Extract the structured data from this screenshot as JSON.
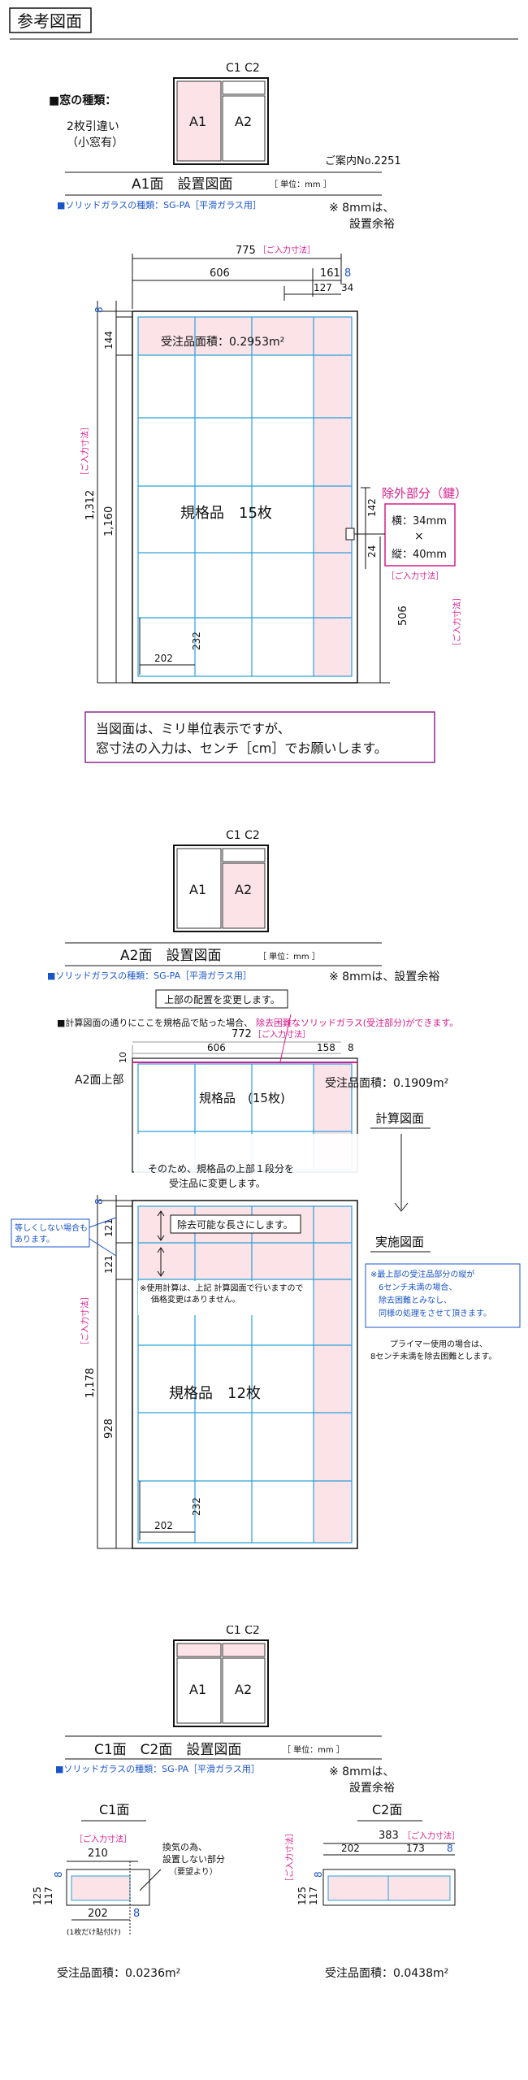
{
  "header": {
    "title": "参考図面"
  },
  "section1": {
    "window_type_label": "■窓の種類：",
    "window_type_line2": "2枚引違い",
    "window_type_line3": "（小窓有）",
    "icon": {
      "small_label": "C1 C2",
      "pane_a1": "A1",
      "pane_a2": "A2"
    },
    "guide_no": "ご案内No.2251",
    "title": "A1面　設置図面",
    "unit": "［ 単位：mm ］",
    "glass_type": "■ソリッドガラスの種類：SG-PA［平滑ガラス用］",
    "note_line1": "※ 8mmは、",
    "note_line2": "設置余裕",
    "dims": {
      "total_width": "775",
      "input_tag": "［ご入力寸法］",
      "w606": "606",
      "w161": "161",
      "w8": "8",
      "w127": "127",
      "w34": "34",
      "h8": "8",
      "h144": "144",
      "h1312": "1,312",
      "h1160": "1,160",
      "h142": "142",
      "h24": "24",
      "h506": "506",
      "h232": "232",
      "w202": "202"
    },
    "order_area": "受注品面積：0.2953m²",
    "standard": "規格品　15枚",
    "exclusion_title": "除外部分（鍵）",
    "exclusion_w": "横：34mm",
    "exclusion_x": "×",
    "exclusion_h": "縦：40mm",
    "exclusion_tag": "［ご入力寸法］",
    "notice_line1": "当図面は、ミリ単位表示ですが、",
    "notice_line2": "窓寸法の入力は、センチ［cm］でお願いします。"
  },
  "section2": {
    "icon": {
      "small_label": "C1 C2",
      "pane_a1": "A1",
      "pane_a2": "A2"
    },
    "title": "A2面　設置図面",
    "unit": "［ 単位：mm ］",
    "glass_type": "■ソリッドガラスの種類：SG-PA［平滑ガラス用］",
    "note": "※ 8mmは、設置余裕",
    "change_box": "上部の配置を変更します。",
    "calc_note_prefix": "■計算図面の通りにここを規格品で貼った場合、",
    "calc_note_pink": "除去困難なソリッドガラス(受注部分)ができます。",
    "dims_top": {
      "w772": "772",
      "input_tag": "［ご入力寸法］",
      "w606": "606",
      "w158": "158",
      "w8": "8",
      "h10": "10"
    },
    "upper_label": "A2面上部",
    "upper_standard": "規格品　(15枚)",
    "order_area": "受注品面積：0.1909m²",
    "calc_label": "計算図面",
    "impl_label": "実施図面",
    "therefore_line1": "そのため、規格品の上部１段分を",
    "therefore_line2": "受注品に変更します。",
    "removable": "除去可能な長さにします。",
    "side_note_line1": "等しくしない場合も",
    "side_note_line2": "あります。",
    "fee_note_line1": "※使用計算は、上記 計算図面で行いますので",
    "fee_note_line2": "価格変更はありません。",
    "dims_lower": {
      "h8": "8",
      "h121a": "121",
      "h121b": "121",
      "h1178": "1,178",
      "input_tag": "［ご入力寸法］",
      "h928": "928",
      "h232": "232",
      "w202": "202"
    },
    "standard": "規格品　12枚",
    "blue_note_line1": "※最上部の受注品部分の縦が",
    "blue_note_line2": "6センチ未満の場合、",
    "blue_note_line3": "除去困難とみなし、",
    "blue_note_line4": "同様の処理をさせて頂きます。",
    "primer_line1": "プライマー使用の場合は、",
    "primer_line2": "8センチ未満を除去困難とします。"
  },
  "section3": {
    "icon": {
      "small_label": "C1 C2",
      "pane_a1": "A1",
      "pane_a2": "A2"
    },
    "title": "C1面　C2面　設置図面",
    "unit": "［ 単位：mm ］",
    "glass_type": "■ソリッドガラスの種類：SG-PA［平滑ガラス用］",
    "note_line1": "※ 8mmは、",
    "note_line2": "設置余裕",
    "c1": {
      "label": "C1面",
      "input_tag": "［ご入力寸法］",
      "w210": "210",
      "h125": "125",
      "h117": "117",
      "h8": "8",
      "vent_line1": "換気の為、",
      "vent_line2": "設置しない部分",
      "vent_line3": "（要望より）",
      "w202": "202",
      "w8": "8",
      "single_note": "(1枚だけ貼付け)",
      "order_area": "受注品面積：0.0236m²"
    },
    "c2": {
      "label": "C2面",
      "input_tag": "［ご入力寸法］",
      "w383": "383",
      "w202": "202",
      "w173": "173",
      "w8": "8",
      "h125": "125",
      "h117": "117",
      "h8": "8",
      "order_area": "受注品面積：0.0438m²"
    }
  },
  "colors": {
    "grid_blue": "#2ba0d8",
    "pink_fill": "#fbe3e8",
    "accent_pink": "#d81b8c",
    "text_blue": "#1a55c8"
  }
}
